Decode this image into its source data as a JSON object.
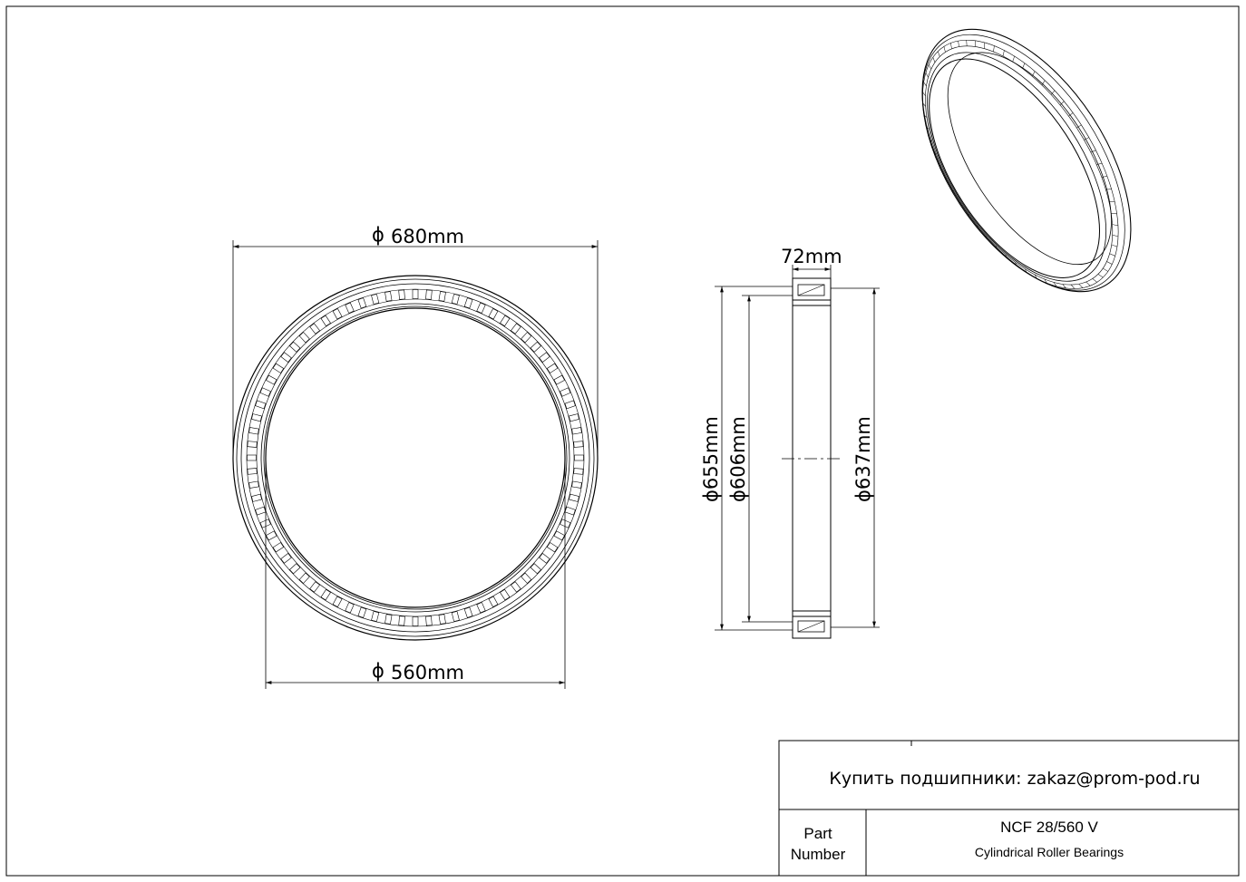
{
  "dimensions": {
    "outer_diameter": "680mm",
    "bore_diameter": "560mm",
    "width": "72mm",
    "outer_ring_inner_diameter": "655mm",
    "inner_ring_diameter": "606mm",
    "roller_pitch_diameter": "637mm",
    "diameter_symbol": "ϕ"
  },
  "title_block": {
    "contact": "Купить подшипники: zakaz@prom-pod.ru",
    "part_label_line1": "Part",
    "part_label_line2": "Number",
    "part_number": "NCF 28/560 V",
    "description": "Cylindrical Roller Bearings"
  },
  "colors": {
    "line": "#000000",
    "background": "#ffffff"
  }
}
